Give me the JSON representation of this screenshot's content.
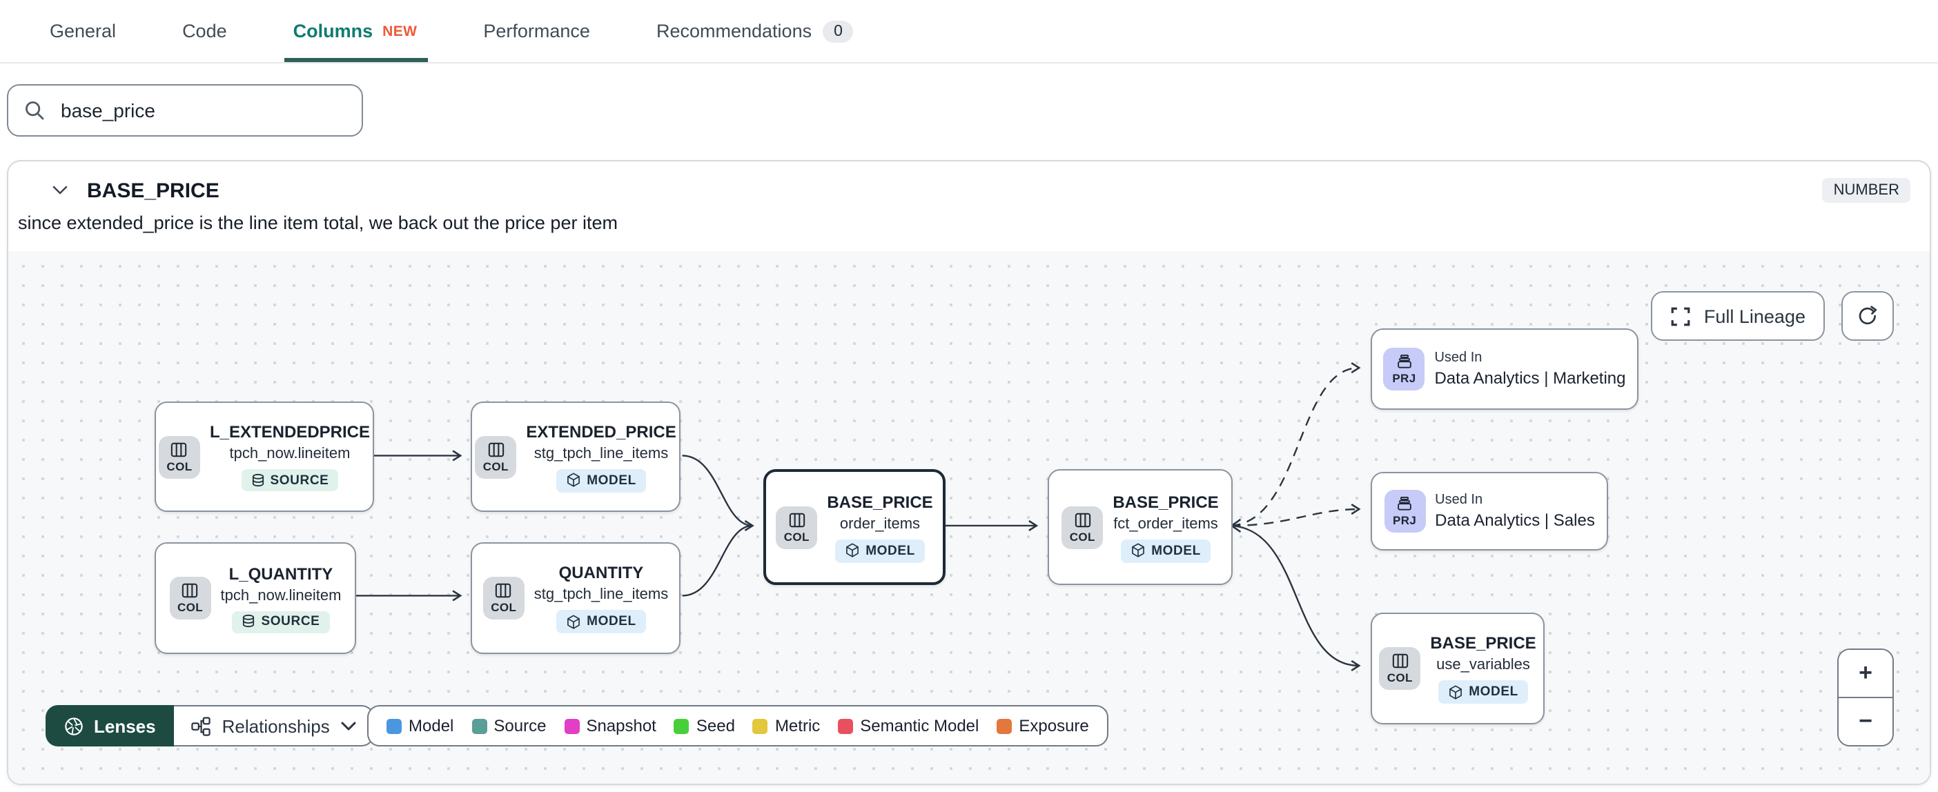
{
  "tabs": {
    "items": [
      {
        "label": "General"
      },
      {
        "label": "Code"
      },
      {
        "label": "Columns",
        "badge": "NEW"
      },
      {
        "label": "Performance"
      },
      {
        "label": "Recommendations",
        "count": "0"
      }
    ]
  },
  "search": {
    "value": "base_price"
  },
  "column_panel": {
    "name": "BASE_PRICE",
    "data_type": "NUMBER",
    "description": "since extended_price is the line item total, we back out the price per item"
  },
  "lineage": {
    "controls": {
      "full_lineage_label": "Full Lineage",
      "zoom_in": "+",
      "zoom_out": "−"
    },
    "toolbar": {
      "lenses_label": "Lenses",
      "relationships_label": "Relationships"
    },
    "legend": [
      {
        "label": "Model",
        "color": "#4a97e0"
      },
      {
        "label": "Source",
        "color": "#5a9e98"
      },
      {
        "label": "Snapshot",
        "color": "#e23ec6"
      },
      {
        "label": "Seed",
        "color": "#47cf3a"
      },
      {
        "label": "Metric",
        "color": "#e3c73d"
      },
      {
        "label": "Semantic Model",
        "color": "#e9505f"
      },
      {
        "label": "Exposure",
        "color": "#e2783c"
      }
    ],
    "nodes": [
      {
        "kind": "COL",
        "title": "L_EXTENDEDPRICE",
        "subtitle": "tpch_now.lineitem",
        "badge": "SOURCE"
      },
      {
        "kind": "COL",
        "title": "EXTENDED_PRICE",
        "subtitle": "stg_tpch_line_items",
        "badge": "MODEL"
      },
      {
        "kind": "COL",
        "title": "L_QUANTITY",
        "subtitle": "tpch_now.lineitem",
        "badge": "SOURCE"
      },
      {
        "kind": "COL",
        "title": "QUANTITY",
        "subtitle": "stg_tpch_line_items",
        "badge": "MODEL"
      },
      {
        "kind": "COL",
        "title": "BASE_PRICE",
        "subtitle": "order_items",
        "badge": "MODEL",
        "selected": true
      },
      {
        "kind": "COL",
        "title": "BASE_PRICE",
        "subtitle": "fct_order_items",
        "badge": "MODEL"
      },
      {
        "kind": "PRJ",
        "eyebrow": "Used In",
        "title": "Data Analytics | Marketing"
      },
      {
        "kind": "PRJ",
        "eyebrow": "Used In",
        "title": "Data Analytics | Sales"
      },
      {
        "kind": "COL",
        "title": "BASE_PRICE",
        "subtitle": "use_variables",
        "badge": "MODEL"
      }
    ]
  }
}
